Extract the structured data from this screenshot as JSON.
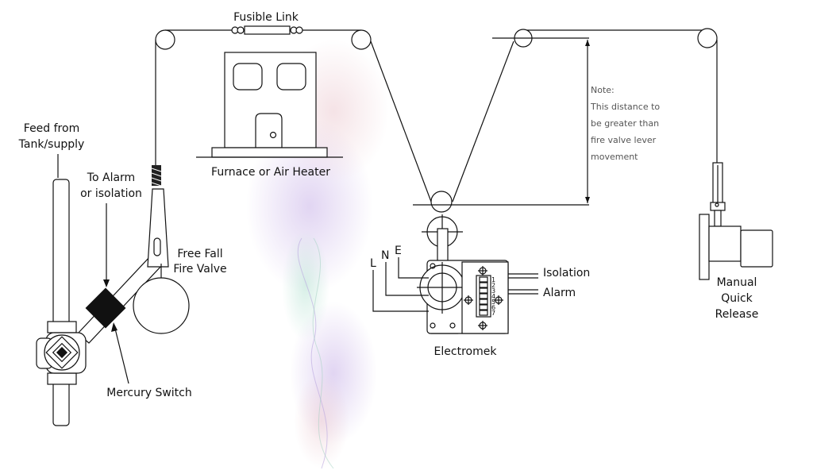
{
  "labels": {
    "fusible_link": "Fusible Link",
    "furnace": "Furnace or Air Heater",
    "feed_line1": "Feed from",
    "feed_line2": "Tank/supply",
    "alarm_line1": "To Alarm",
    "alarm_line2": "or isolation",
    "valve_line1": "Free Fall",
    "valve_line2": "Fire Valve",
    "mercury_switch": "Mercury Switch",
    "electromek": "Electromek",
    "isolation": "Isolation",
    "alarm": "Alarm",
    "release_line1": "Manual",
    "release_line2": "Quick",
    "release_line3": "Release",
    "terminal_l": "L",
    "terminal_n": "N",
    "terminal_e": "E"
  },
  "note": {
    "line1": "Note:",
    "line2": "This distance to",
    "line3": "be greater than",
    "line4": "fire valve lever",
    "line5": "movement"
  },
  "terminals": [
    "1",
    "2",
    "3",
    "4",
    "5",
    "6",
    "7"
  ],
  "colors": {
    "line": "#111111",
    "note_text": "#555555",
    "switch_fill": "#111111"
  }
}
